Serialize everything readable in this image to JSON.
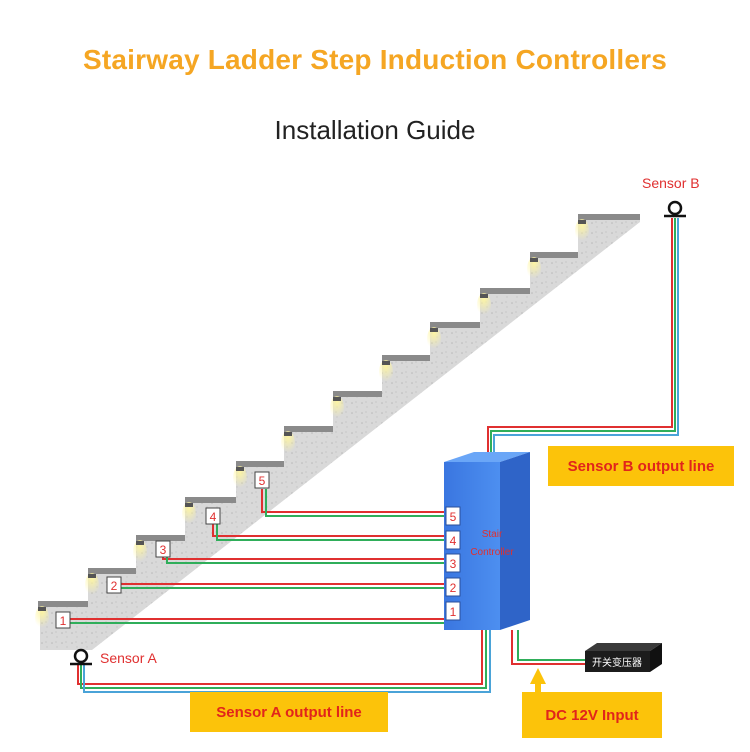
{
  "title": "Stairway Ladder Step Induction Controllers",
  "subtitle": "Installation Guide",
  "sensor_a": {
    "label": "Sensor A",
    "callout": "Sensor A output line"
  },
  "sensor_b": {
    "label": "Sensor B",
    "callout": "Sensor B output line"
  },
  "controller": {
    "line1": "Stair",
    "line2": "Controller"
  },
  "terminals": [
    "5",
    "4",
    "3",
    "2",
    "1"
  ],
  "step_tags": [
    "1",
    "2",
    "3",
    "4",
    "5"
  ],
  "power": {
    "label": "开关变压器",
    "callout": "DC 12V Input"
  },
  "colors": {
    "title": "#f5a623",
    "callout_bg": "#fcc30a",
    "callout_text": "#e1251b",
    "wire_red": "#e03030",
    "wire_green": "#2fae5a",
    "wire_blue": "#4aa3d8",
    "controller": "#3f7fe6"
  }
}
